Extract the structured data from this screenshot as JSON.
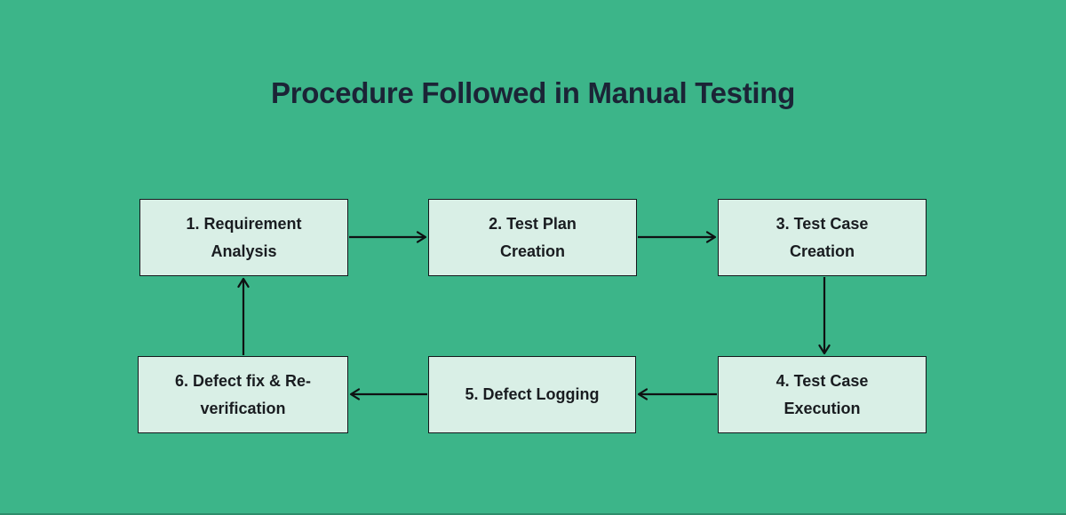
{
  "title": "Procedure Followed in Manual Testing",
  "steps": [
    {
      "line1": "1. Requirement",
      "line2": "Analysis"
    },
    {
      "line1": "2. Test Plan",
      "line2": "Creation"
    },
    {
      "line1": "3. Test Case",
      "line2": "Creation"
    },
    {
      "line1": "4. Test Case",
      "line2": "Execution"
    },
    {
      "line1": "5. Defect Logging",
      "line2": ""
    },
    {
      "line1": "6. Defect fix & Re-",
      "line2": "verification"
    }
  ],
  "flow_order": [
    "1 → 2",
    "2 → 3",
    "3 → 4",
    "4 → 5",
    "5 → 6",
    "6 → 1"
  ],
  "colors": {
    "bg": "#3cb589",
    "box-fill": "#d9efe6",
    "box-border": "#15181c",
    "arrow": "#0f1113",
    "title-ink": "#1b2436",
    "step-ink": "#191c20"
  }
}
